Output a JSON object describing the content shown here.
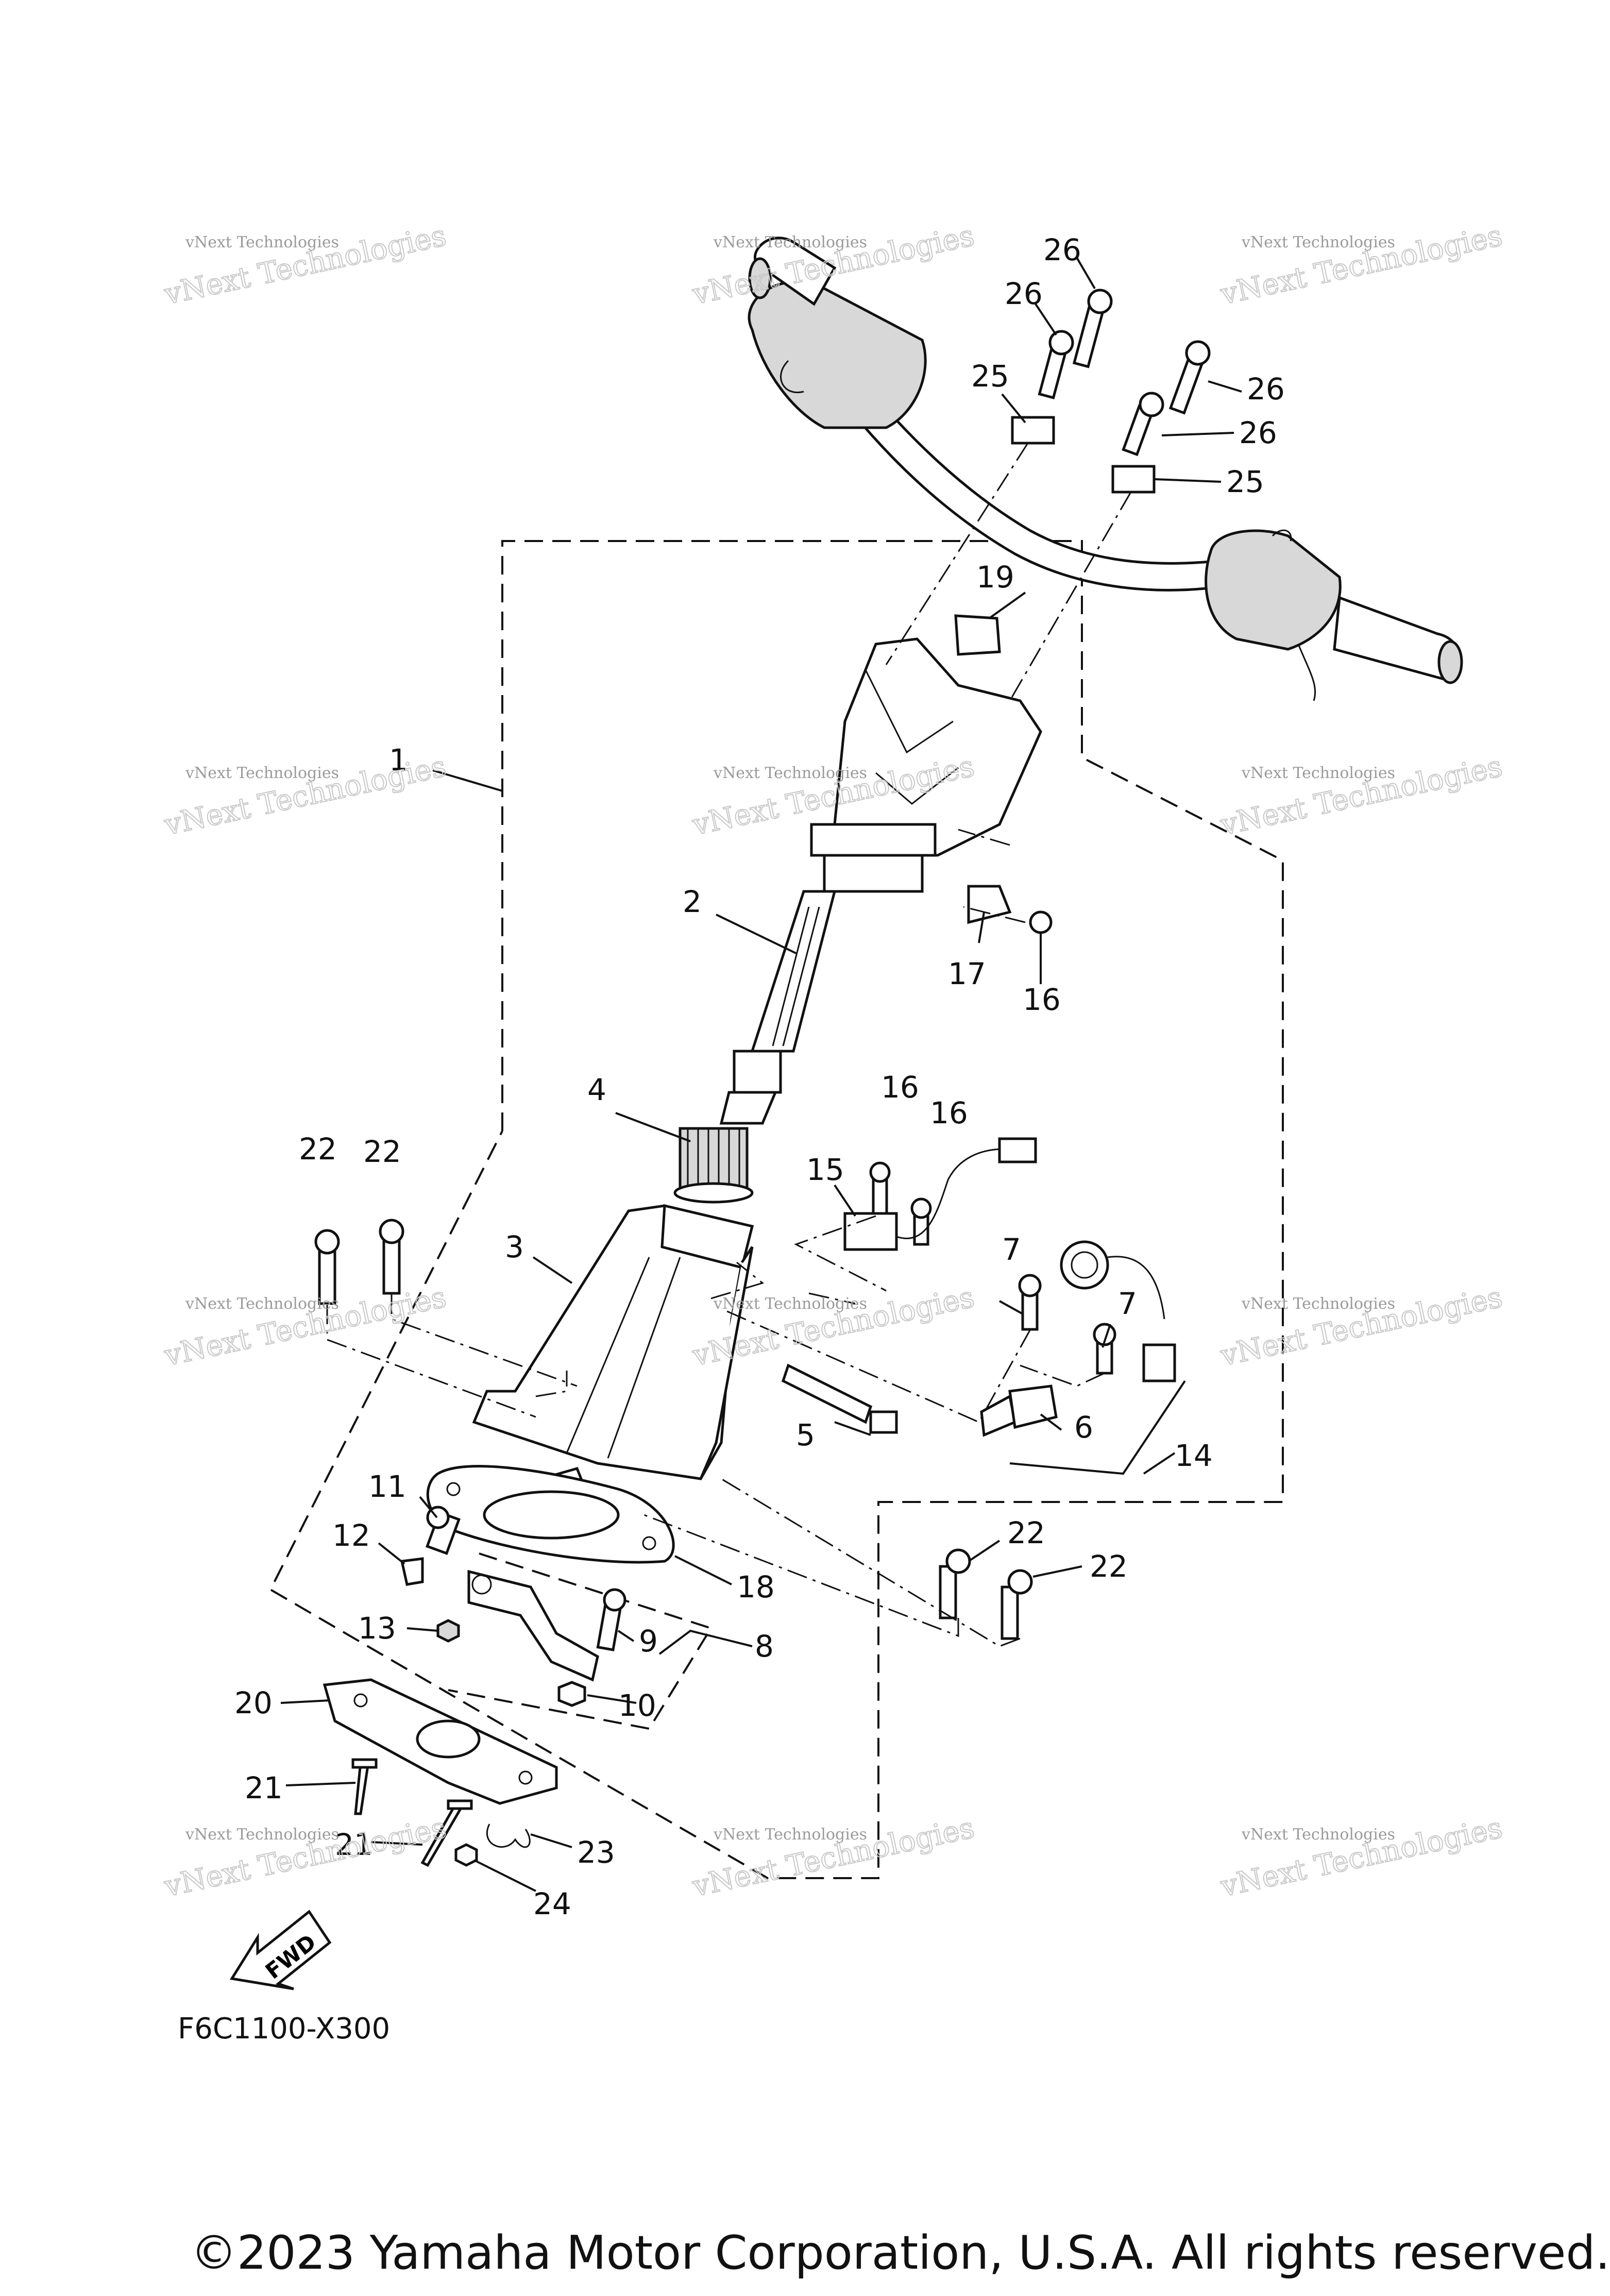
{
  "diagram": {
    "part_code": "F6C1100-X300",
    "copyright": "©2023 Yamaha Motor Corporation, U.S.A. All rights reserved.",
    "fwd_label": "FWD",
    "watermark": {
      "line1": "vNext Technologies",
      "line2": "vNext Technologies"
    },
    "callouts": [
      "1",
      "2",
      "3",
      "4",
      "5",
      "6",
      "7",
      "7",
      "8",
      "9",
      "10",
      "11",
      "12",
      "13",
      "14",
      "15",
      "16",
      "16",
      "16",
      "17",
      "18",
      "19",
      "20",
      "21",
      "21",
      "22",
      "22",
      "22",
      "22",
      "23",
      "24",
      "25",
      "25",
      "26",
      "26",
      "26",
      "26"
    ]
  }
}
